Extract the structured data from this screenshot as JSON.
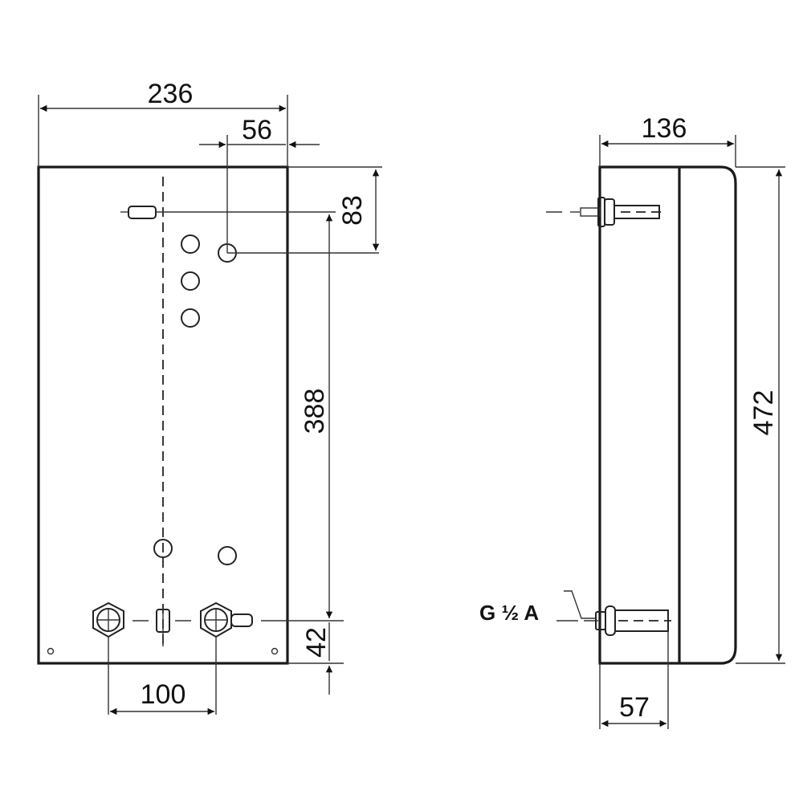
{
  "drawing": {
    "front_view": {
      "dimensions": {
        "width_total": "236",
        "offset_right_connector": "56",
        "top_to_upper_mount": "83",
        "mount_spacing_vertical": "388",
        "bottom_to_lower_connectors": "42",
        "connector_spacing": "100"
      }
    },
    "side_view": {
      "dimensions": {
        "depth_total": "136",
        "height_total": "472",
        "connector_projection": "57"
      },
      "thread_label": "G ½ A"
    }
  }
}
